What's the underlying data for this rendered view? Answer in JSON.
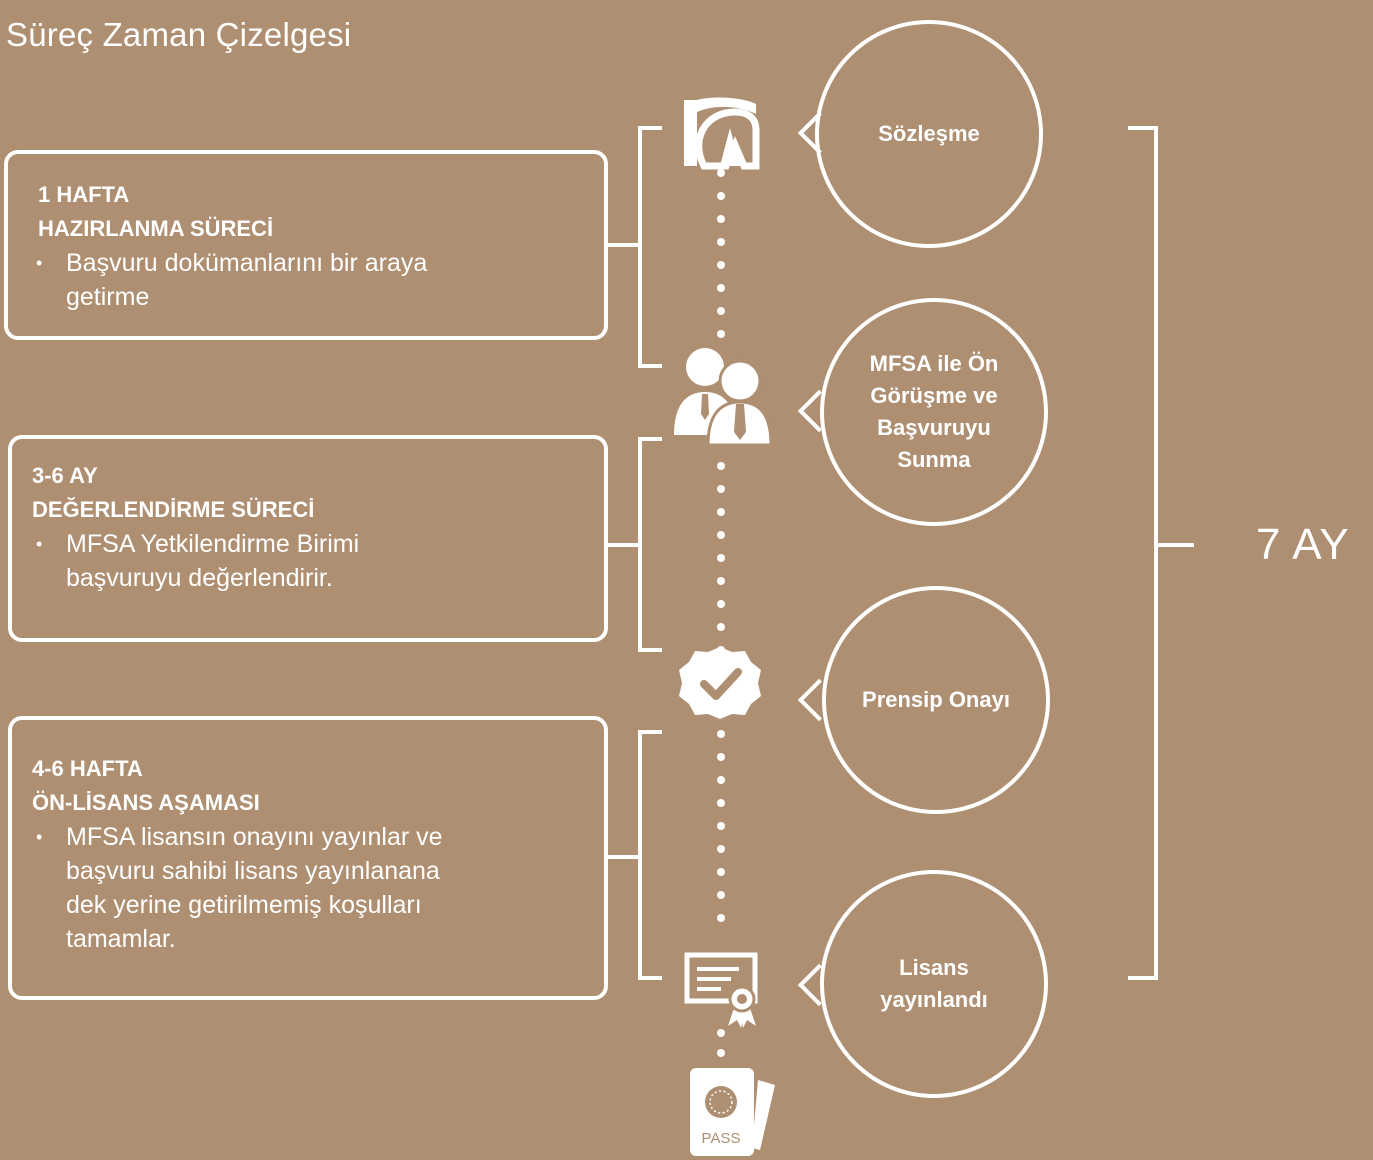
{
  "title": "Süreç Zaman Çizelgesi",
  "phases": [
    {
      "duration": "1 HAFTA",
      "name": "HAZIRLANMA SÜRECİ",
      "bullet": "•",
      "desc_lines": [
        "Başvuru dokümanlarını bir araya",
        "getirme"
      ]
    },
    {
      "duration": "3-6 AY",
      "name": "DEĞERLENDİRME SÜRECİ",
      "bullet": "•",
      "desc_lines": [
        "MFSA Yetkilendirme Birimi",
        "başvuruyu değerlendirir."
      ]
    },
    {
      "duration": "4-6 HAFTA",
      "name": "ÖN-LİSANS AŞAMASI",
      "bullet": "•",
      "desc_lines": [
        "MFSA lisansın onayını yayınlar ve",
        "başvuru sahibi lisans yayınlanana",
        "dek yerine getirilmemiş koşulları",
        "tamamlar."
      ]
    }
  ],
  "steps": [
    {
      "label_lines": [
        "Sözleşme"
      ],
      "icon": "contract-signing-icon"
    },
    {
      "label_lines": [
        "MFSA ile Ön",
        "Görüşme ve",
        "Başvuruyu",
        "Sunma"
      ],
      "icon": "meeting-people-icon"
    },
    {
      "label_lines": [
        "Prensip Onayı"
      ],
      "icon": "approval-check-badge-icon"
    },
    {
      "label_lines": [
        "Lisans",
        "yayınlandı"
      ],
      "icon": "certificate-icon"
    }
  ],
  "end_icon": {
    "icon": "passport-icon",
    "text": "PASS"
  },
  "total": "7 AY",
  "colors": {
    "background": "#ae8f71",
    "foreground": "#ffffff"
  }
}
